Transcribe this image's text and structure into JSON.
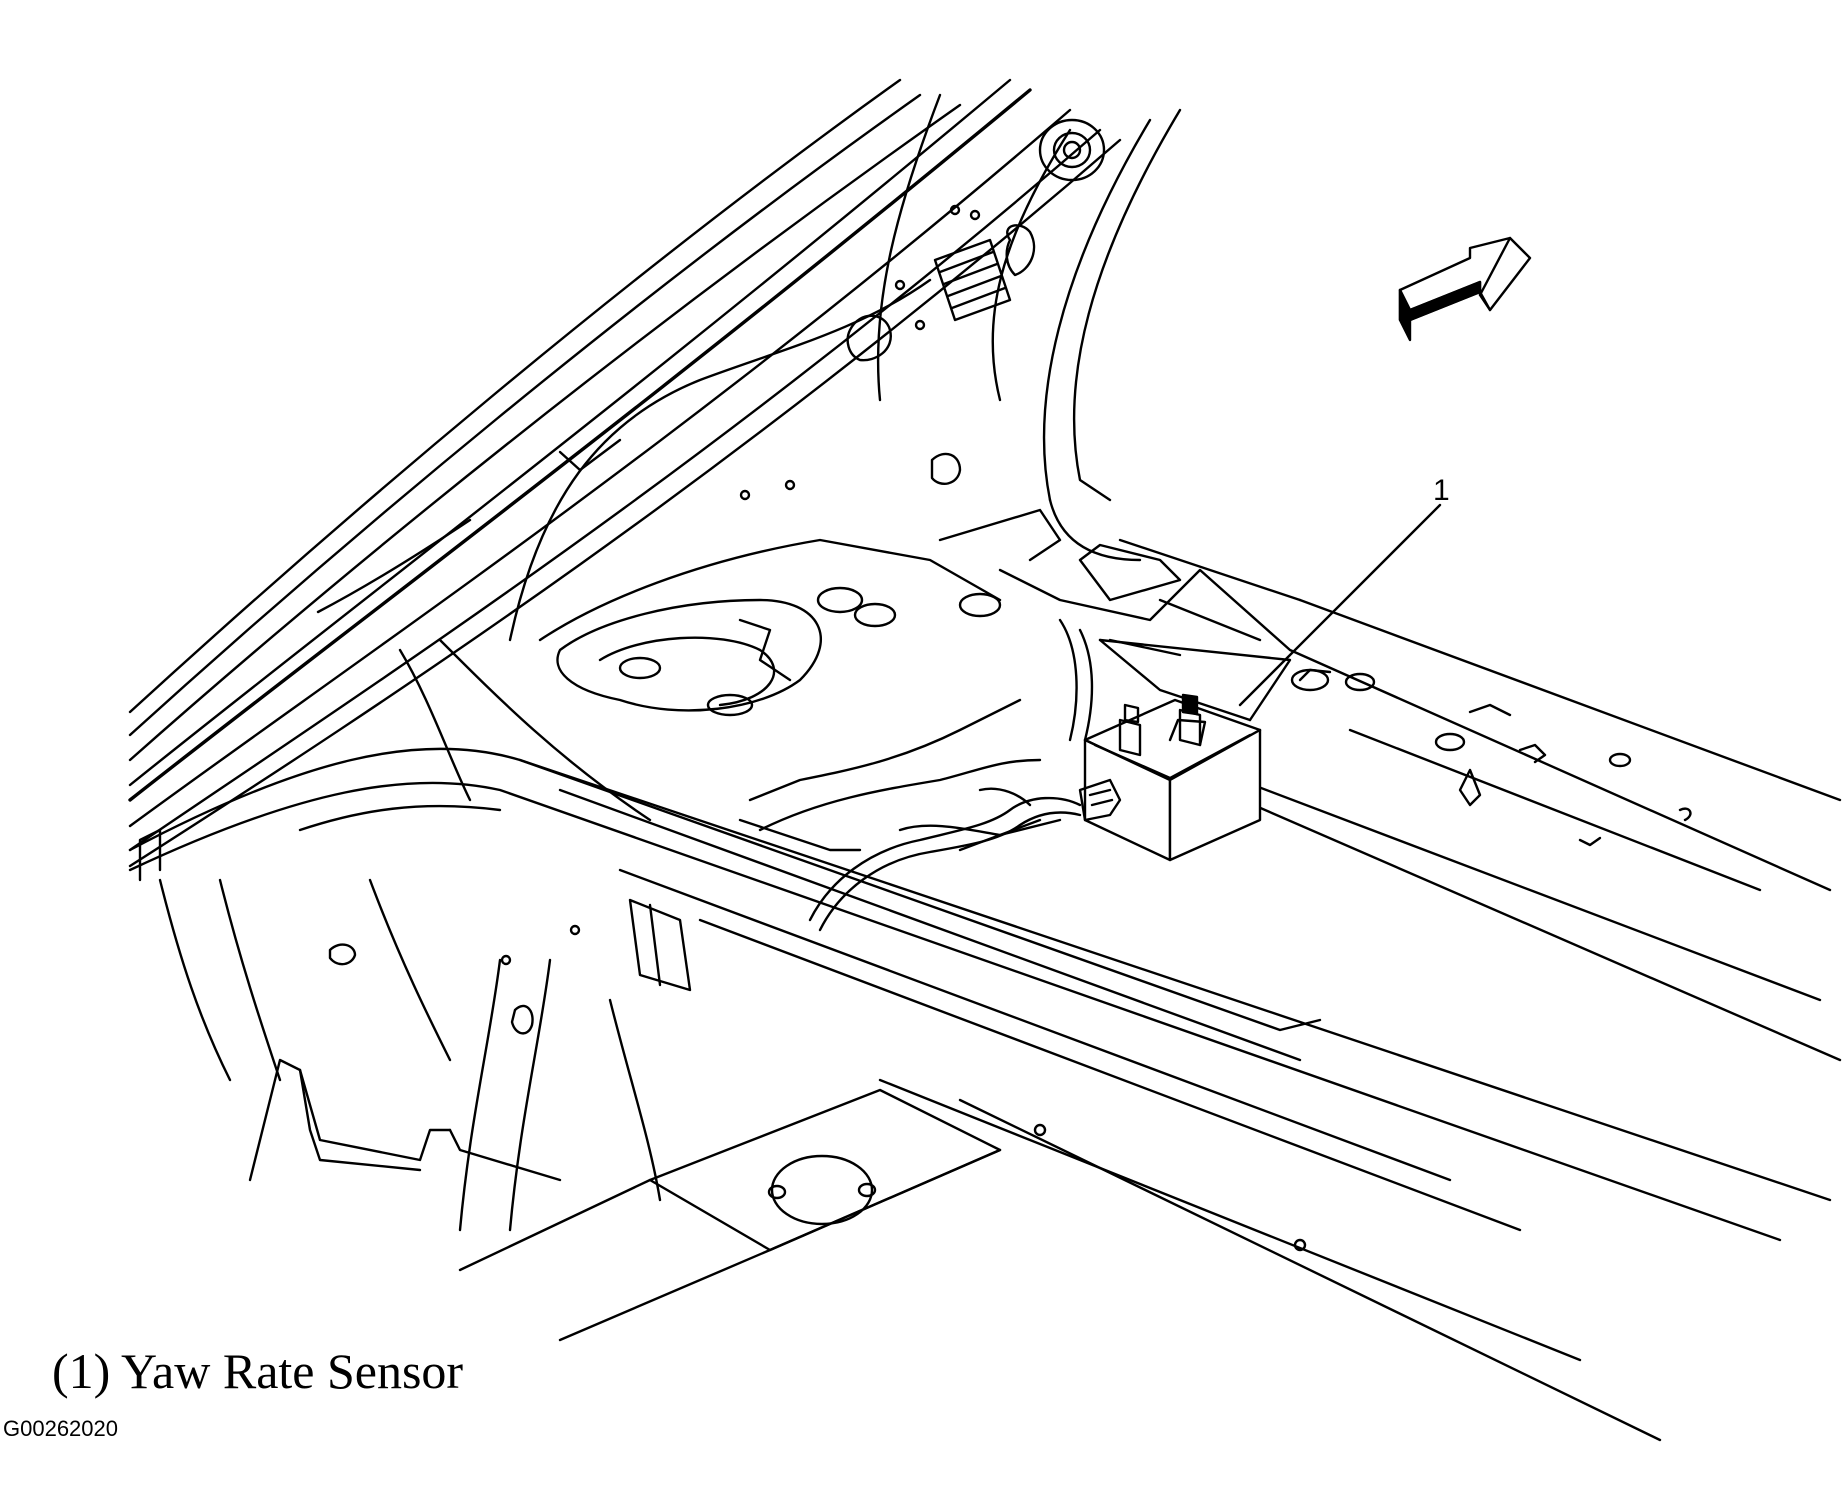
{
  "callout": {
    "number": "1"
  },
  "caption": {
    "text": "(1) Yaw Rate Sensor"
  },
  "figure_id": "G00262020",
  "icons": {
    "direction_arrow": "front-direction-arrow-icon"
  }
}
